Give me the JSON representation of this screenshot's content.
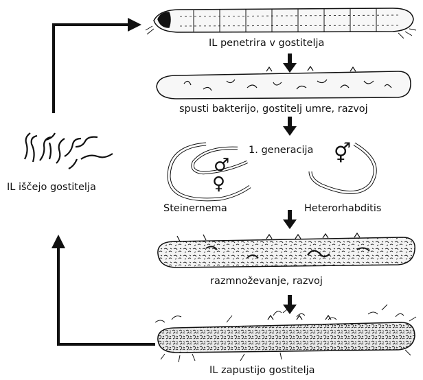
{
  "labels": {
    "step1": "IL penetrira v gostitelja",
    "step2": "spusti bakterijo, gostitelj umre, razvoj",
    "generation": "1. generacija",
    "genus_left": "Steinernema",
    "genus_right": "Heterorhabditis",
    "step3": "razmnoževanje, razvoj",
    "step4": "IL zapustijo gostitelja",
    "search": "IL iščejo gostitelja"
  },
  "symbols": {
    "male": "♂",
    "female": "♀",
    "hermaphrodite": "⚥"
  },
  "colors": {
    "ink": "#111111",
    "background": "#ffffff",
    "larva_fill": "#f4f4f4"
  }
}
